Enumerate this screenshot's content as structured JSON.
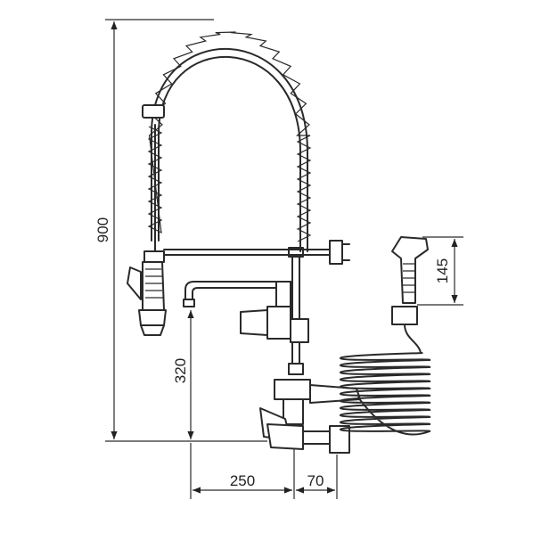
{
  "dimensions": {
    "height_total": "900",
    "spout_height": "320",
    "hand_shower_height": "145",
    "spout_reach": "250",
    "wall_offset": "70"
  }
}
